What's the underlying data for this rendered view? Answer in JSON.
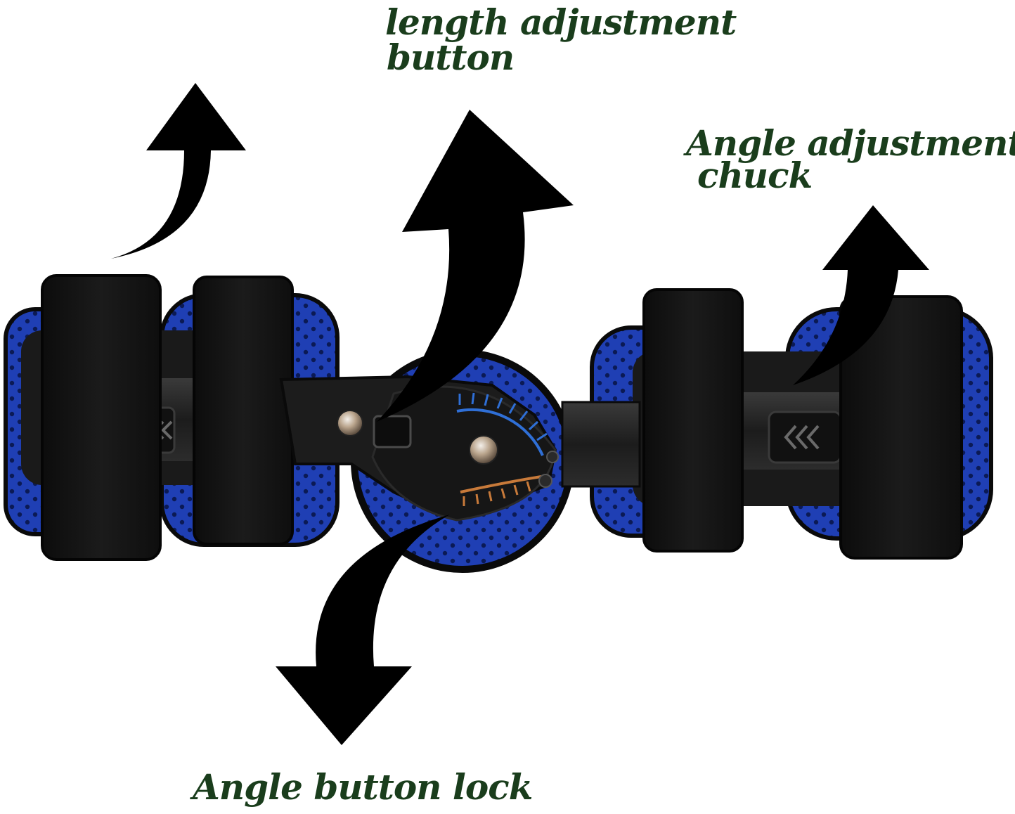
{
  "image": {
    "subject": "hinged-knee-brace",
    "colors": {
      "background": "#ffffff",
      "strap": "#141414",
      "mesh_pad": "#1f3fb4",
      "frame": "#222222",
      "label_text": "#1a3d1c",
      "dial_blue": "#2f6fd6",
      "dial_orange": "#c87a3a",
      "arrow": "#000000"
    },
    "icons": [
      "arrow-up-curved-icon",
      "arrow-down-curved-icon",
      "chevron-left-icon",
      "rivet-icon"
    ]
  },
  "labels": {
    "length_adjustment": {
      "line1": "length adjustment",
      "line2": "button"
    },
    "angle_adjustment": {
      "line1": "Angle adjustment",
      "line2": "chuck"
    },
    "angle_lock": {
      "line1": "Angle button lock"
    }
  }
}
